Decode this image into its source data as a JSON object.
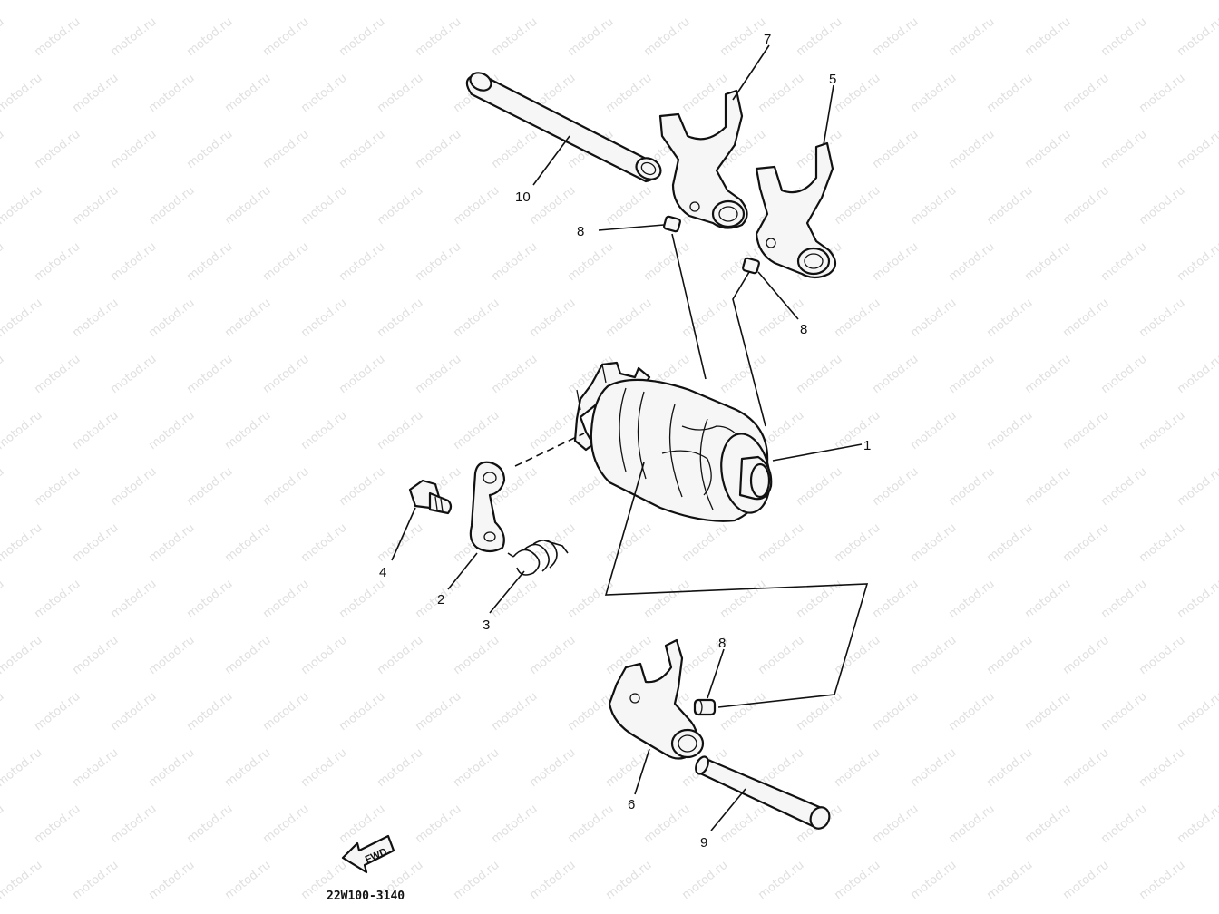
{
  "watermark": "motod.ru",
  "diagram_code": "22W100-3140",
  "fwd_label": "FWD",
  "callouts": {
    "c1": "1",
    "c2": "2",
    "c3": "3",
    "c4": "4",
    "c5": "5",
    "c6": "6",
    "c7": "7",
    "c8a": "8",
    "c8b": "8",
    "c8c": "8",
    "c9": "9",
    "c10": "10"
  }
}
